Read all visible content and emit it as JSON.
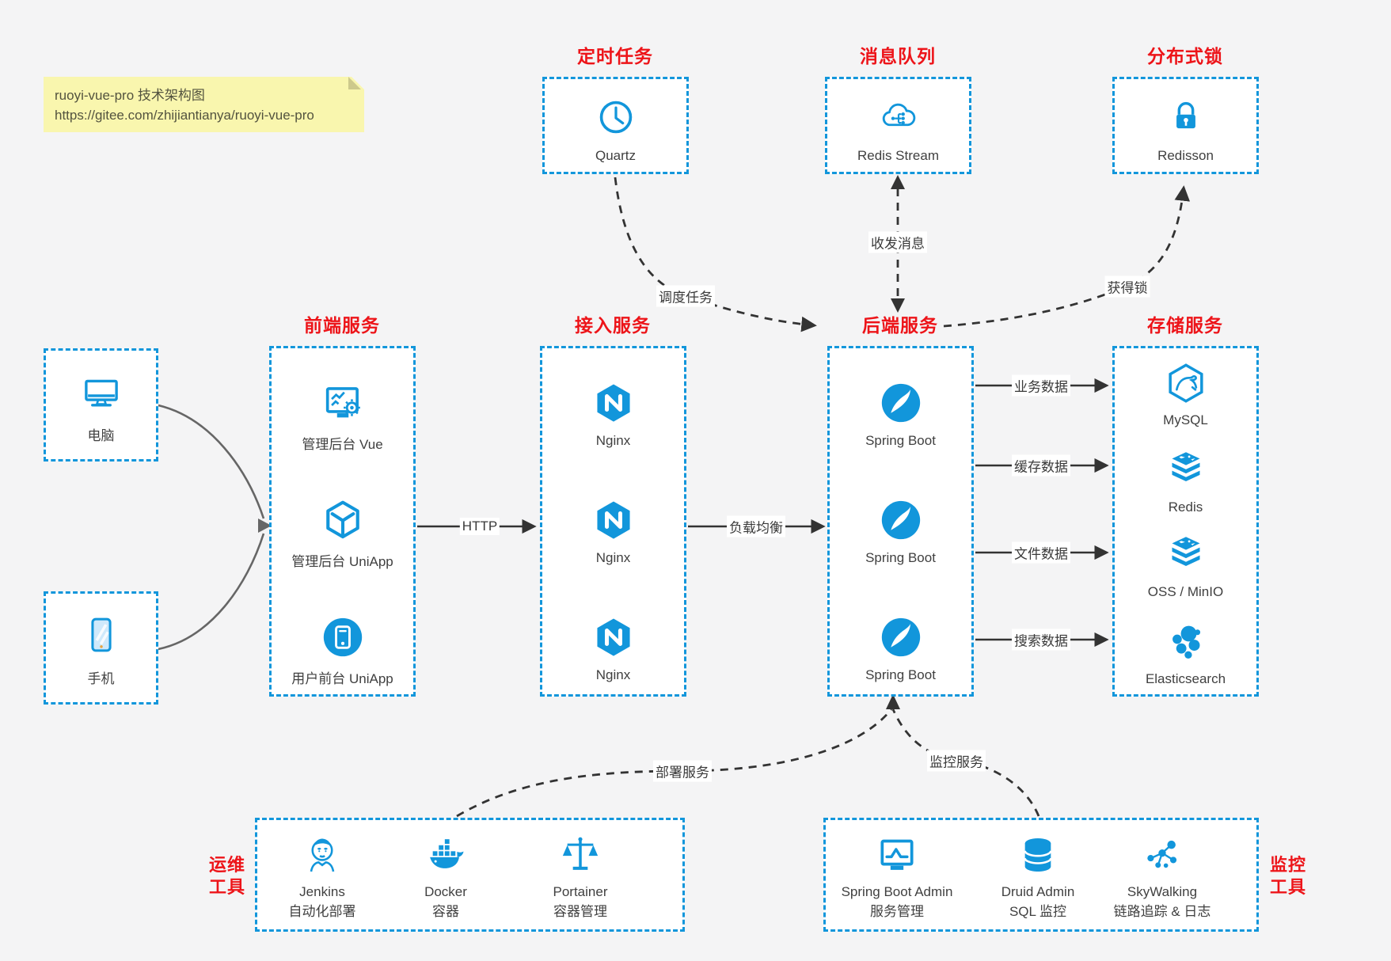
{
  "note": {
    "line1": "ruoyi-vue-pro 技术架构图",
    "line2": "https://gitee.com/zhijiantianya/ruoyi-vue-pro"
  },
  "colors": {
    "accent_blue": "#1296db",
    "title_red": "#ed1419",
    "line_dark": "#333333",
    "client_line_gray": "#666666",
    "note_yellow": "#f9f6ae",
    "background": "#f4f4f5"
  },
  "top_sections": [
    {
      "title": "定时任务",
      "item": {
        "icon": "clock-icon",
        "label": "Quartz"
      }
    },
    {
      "title": "消息队列",
      "item": {
        "icon": "cloud-mq-icon",
        "label": "Redis Stream"
      }
    },
    {
      "title": "分布式锁",
      "item": {
        "icon": "lock-icon",
        "label": "Redisson"
      }
    }
  ],
  "clients": [
    {
      "icon": "desktop-icon",
      "label": "电脑"
    },
    {
      "icon": "phone-icon",
      "label": "手机"
    }
  ],
  "columns": [
    {
      "title": "前端服务",
      "items": [
        {
          "icon": "admin-vue-icon",
          "label": "管理后台 Vue"
        },
        {
          "icon": "uniapp-cube-icon",
          "label": "管理后台 UniApp"
        },
        {
          "icon": "user-app-icon",
          "label": "用户前台 UniApp"
        }
      ]
    },
    {
      "title": "接入服务",
      "items": [
        {
          "icon": "nginx-icon",
          "label": "Nginx"
        },
        {
          "icon": "nginx-icon",
          "label": "Nginx"
        },
        {
          "icon": "nginx-icon",
          "label": "Nginx"
        }
      ]
    },
    {
      "title": "后端服务",
      "items": [
        {
          "icon": "spring-icon",
          "label": "Spring Boot"
        },
        {
          "icon": "spring-icon",
          "label": "Spring Boot"
        },
        {
          "icon": "spring-icon",
          "label": "Spring Boot"
        }
      ]
    },
    {
      "title": "存储服务",
      "items": [
        {
          "icon": "mysql-icon",
          "label": "MySQL"
        },
        {
          "icon": "redis-icon",
          "label": "Redis"
        },
        {
          "icon": "oss-icon",
          "label": "OSS / MinIO"
        },
        {
          "icon": "elasticsearch-icon",
          "label": "Elasticsearch"
        }
      ]
    }
  ],
  "tools": [
    {
      "title_line1": "运维",
      "title_line2": "工具",
      "items": [
        {
          "icon": "jenkins-icon",
          "label": "Jenkins",
          "sublabel": "自动化部署"
        },
        {
          "icon": "docker-icon",
          "label": "Docker",
          "sublabel": "容器"
        },
        {
          "icon": "portainer-icon",
          "label": "Portainer",
          "sublabel": "容器管理"
        }
      ]
    },
    {
      "title_line1": "监控",
      "title_line2": "工具",
      "items": [
        {
          "icon": "springboot-admin-icon",
          "label": "Spring Boot Admin",
          "sublabel": "服务管理"
        },
        {
          "icon": "druid-icon",
          "label": "Druid Admin",
          "sublabel": "SQL 监控"
        },
        {
          "icon": "skywalking-icon",
          "label": "SkyWalking",
          "sublabel": "链路追踪 & 日志"
        }
      ]
    }
  ],
  "edges": {
    "http": "HTTP",
    "load_balance": "负载均衡",
    "schedule_job": "调度任务",
    "messaging": "收发消息",
    "acquire_lock": "获得锁",
    "business_data": "业务数据",
    "cache_data": "缓存数据",
    "file_data": "文件数据",
    "search_data": "搜索数据",
    "deploy_service": "部署服务",
    "monitor_service": "监控服务"
  }
}
